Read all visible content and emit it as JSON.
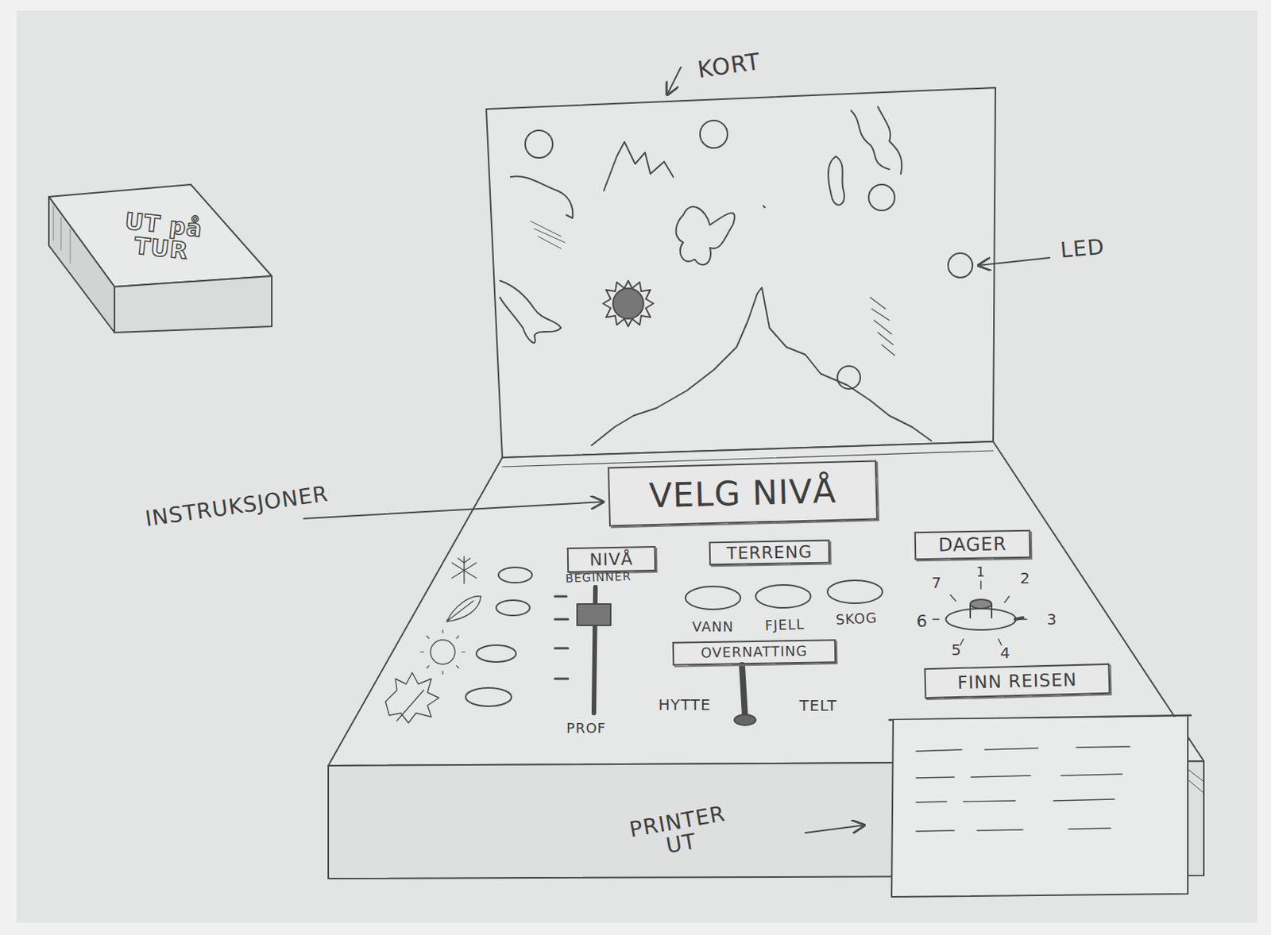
{
  "diagram": {
    "nodes": [
      {
        "text": [
          "UT på TUR"
        ]
      },
      {
        "text": [
          "VELG NIVÅ"
        ]
      },
      {
        "text": [
          "NIVÅ"
        ]
      },
      {
        "text": [
          "TERRENG"
        ]
      },
      {
        "text": [
          "DAGER"
        ]
      },
      {
        "text": [
          "OVERNATTING"
        ]
      },
      {
        "text": [
          "FINN REISEN"
        ]
      }
    ],
    "labels": [
      "KORT",
      "LED",
      "INSTRUKSJONER",
      "BEGINNER",
      "PROF",
      "VANN",
      "FJELL",
      "SKOG",
      "HYTTE",
      "TELT",
      "7",
      "1",
      "2",
      "3",
      "4",
      "5",
      "6",
      "PRINTER UT"
    ]
  }
}
